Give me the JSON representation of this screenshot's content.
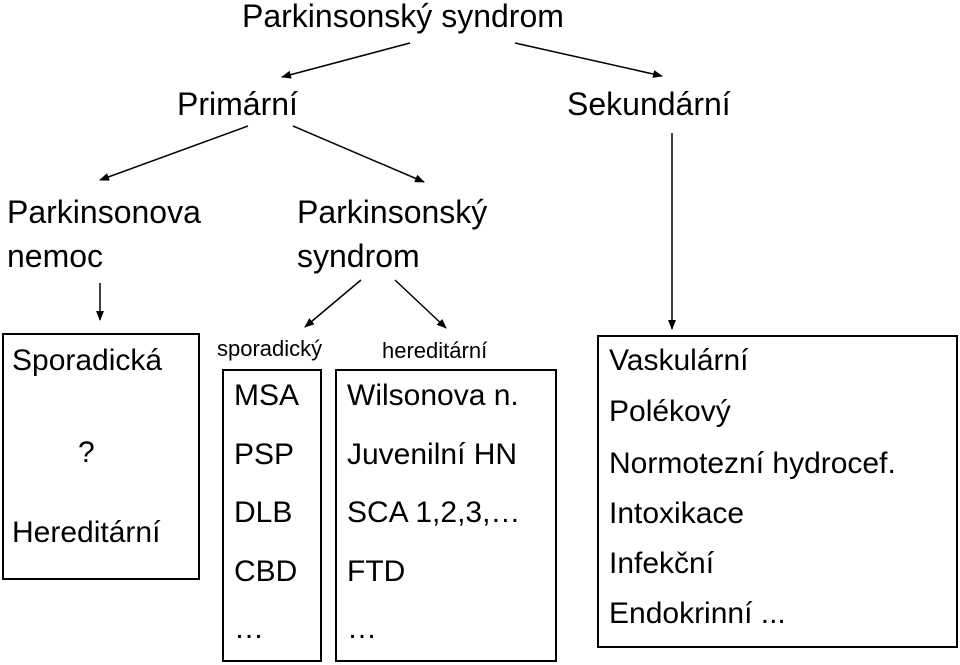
{
  "root": {
    "label": "Parkinsonský syndrom"
  },
  "level1": {
    "left": "Primární",
    "right": "Sekundární"
  },
  "level2": {
    "pn": {
      "line1": "Parkinsonova",
      "line2": "nemoc"
    },
    "ps": {
      "line1": "Parkinsonský",
      "line2": "syndrom"
    }
  },
  "pn_box": {
    "item1": "Sporadická",
    "item2": "?",
    "item3": "Hereditární"
  },
  "ps_branches": {
    "left_label": "sporadický",
    "right_label": "hereditární"
  },
  "sporadic_box": {
    "items": [
      "MSA",
      "PSP",
      "DLB",
      "CBD",
      "…"
    ]
  },
  "hereditary_box": {
    "items": [
      "Wilsonova n.",
      "Juvenilní HN",
      "SCA 1,2,3,…",
      "FTD",
      "…"
    ]
  },
  "secondary_box": {
    "items": [
      "Vaskulární",
      "Polékový",
      "Normotezní hydrocef.",
      "Intoxikace",
      "Infekční",
      "Endokrinní ..."
    ]
  }
}
